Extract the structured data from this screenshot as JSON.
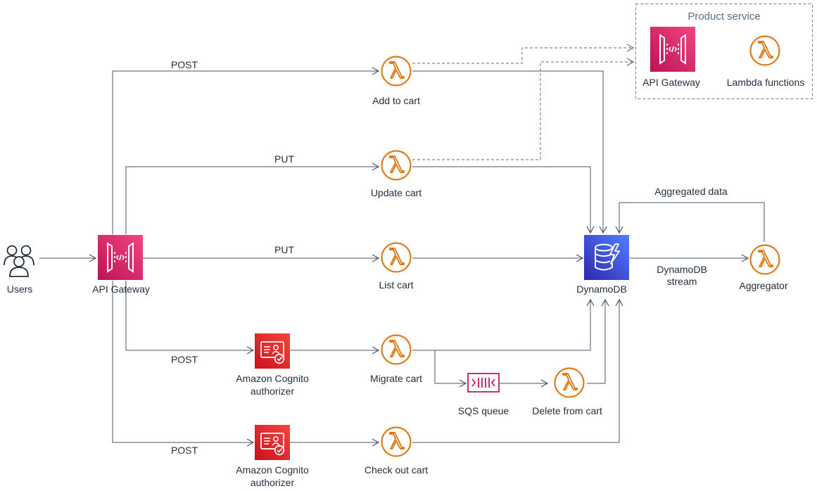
{
  "colors": {
    "line": "#4b5565",
    "dashed": "#5f6b7a",
    "lambda": "#e07b1a",
    "apigw_top": "#f34482",
    "apigw_bottom": "#bc1356",
    "cognito_top": "#f5463e",
    "cognito_bottom": "#c9111d",
    "dynamo_top": "#4d72f3",
    "dynamo_bottom": "#2e27ad",
    "sqs": "#c7195e",
    "box_border": "#7a7a7a"
  },
  "box": {
    "title": "Product service"
  },
  "nodes": {
    "users": {
      "label": "Users",
      "icon": "users-icon"
    },
    "api_gateway": {
      "label": "API Gateway",
      "icon": "api-gateway-icon"
    },
    "add_to_cart": {
      "label": "Add to cart",
      "icon": "lambda-icon"
    },
    "update_cart": {
      "label": "Update cart",
      "icon": "lambda-icon"
    },
    "list_cart": {
      "label": "List cart",
      "icon": "lambda-icon"
    },
    "migrate_cart": {
      "label": "Migrate cart",
      "icon": "lambda-icon"
    },
    "check_out_cart": {
      "label": "Check out cart",
      "icon": "lambda-icon"
    },
    "cognito_1": {
      "label_line1": "Amazon Cognito",
      "label_line2": "authorizer",
      "icon": "cognito-icon"
    },
    "cognito_2": {
      "label_line1": "Amazon Cognito",
      "label_line2": "authorizer",
      "icon": "cognito-icon"
    },
    "sqs_queue": {
      "label": "SQS queue",
      "icon": "sqs-icon"
    },
    "delete_from_cart": {
      "label": "Delete from cart",
      "icon": "lambda-icon"
    },
    "dynamodb": {
      "label": "DynamoDB",
      "icon": "dynamodb-icon"
    },
    "aggregator": {
      "label": "Aggregator",
      "icon": "lambda-icon"
    },
    "product_api_gateway": {
      "label": "API Gateway",
      "icon": "api-gateway-icon"
    },
    "product_lambda": {
      "label": "Lambda functions",
      "icon": "lambda-icon"
    }
  },
  "edges": {
    "post_add": "POST",
    "put_update": "PUT",
    "put_list": "PUT",
    "post_migrate": "POST",
    "post_checkout": "POST",
    "aggregated": "Aggregated data",
    "stream_line1": "DynamoDB",
    "stream_line2": "stream"
  }
}
